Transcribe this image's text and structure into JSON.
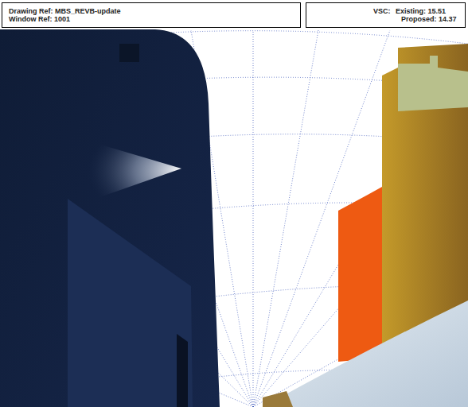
{
  "diagram": {
    "nodes": [
      {
        "text": [
          "Drawing Ref: MBS_REVB-update",
          "Window Ref: 1001"
        ]
      },
      {
        "text": [
          "VSC:",
          "Existing: 15.51",
          "Proposed: 14.37"
        ]
      }
    ]
  }
}
